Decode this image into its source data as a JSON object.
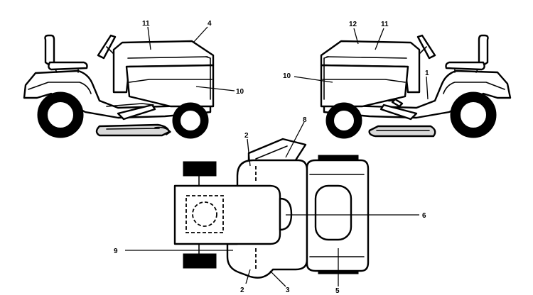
{
  "figure": {
    "callouts": {
      "left_view": {
        "c11": "11",
        "c4": "4",
        "c10": "10"
      },
      "right_view": {
        "c12": "12",
        "c11": "11",
        "c10": "10",
        "c1": "1"
      },
      "top_view": {
        "c2_top": "2",
        "c8": "8",
        "c6": "6",
        "c9": "9",
        "c2_bottom": "2",
        "c3": "3",
        "c5": "5"
      }
    }
  }
}
